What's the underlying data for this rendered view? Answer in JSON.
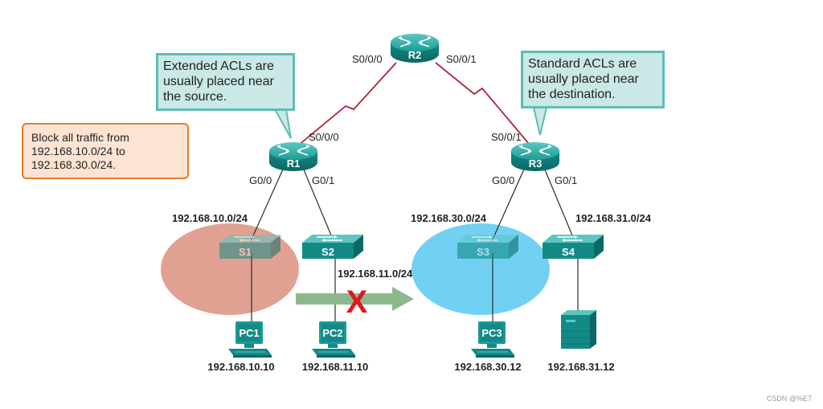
{
  "callouts": {
    "extended": [
      "Extended ACLs are",
      "usually placed near",
      "the source."
    ],
    "standard": [
      "Standard ACLs are",
      "usually placed near",
      "the destination."
    ],
    "block": [
      "Block all traffic from",
      "192.168.10.0/24 to",
      "192.168.30.0/24."
    ]
  },
  "routers": {
    "r1": "R1",
    "r2": "R2",
    "r3": "R3"
  },
  "switches": {
    "s1": "S1",
    "s2": "S2",
    "s3": "S3",
    "s4": "S4"
  },
  "pcs": {
    "pc1": "PC1",
    "pc2": "PC2",
    "pc3": "PC3"
  },
  "interfaces": {
    "r2_left": "S0/0/0",
    "r2_right": "S0/0/1",
    "r1_serial": "S0/0/0",
    "r3_serial": "S0/0/1",
    "r1_g00": "G0/0",
    "r1_g01": "G0/1",
    "r3_g00": "G0/0",
    "r3_g01": "G0/1"
  },
  "networks": {
    "n10": "192.168.10.0/24",
    "n11": "192.168.11.0/24",
    "n30": "192.168.30.0/24",
    "n31": "192.168.31.0/24"
  },
  "hosts": {
    "pc1": "192.168.10.10",
    "pc2": "192.168.11.10",
    "pc3": "192.168.30.12",
    "server": "192.168.31.12"
  },
  "block_mark": "X",
  "watermark": "CSDN @%E7",
  "colors": {
    "device_teal": "#138a86",
    "device_light": "#3fb5ad",
    "serial_link": "#b0243c",
    "source_zone": "#d98a77",
    "dest_zone": "#59c9f1",
    "arrow": "#8db88d",
    "block_x": "#e3171b",
    "callout_fill": "#c9e8e6",
    "callout_border": "#5fbcb6",
    "note_border": "#e87a2a"
  },
  "icons": {
    "router": "router-icon",
    "switch": "switch-icon",
    "pc": "pc-icon",
    "server": "server-icon"
  }
}
